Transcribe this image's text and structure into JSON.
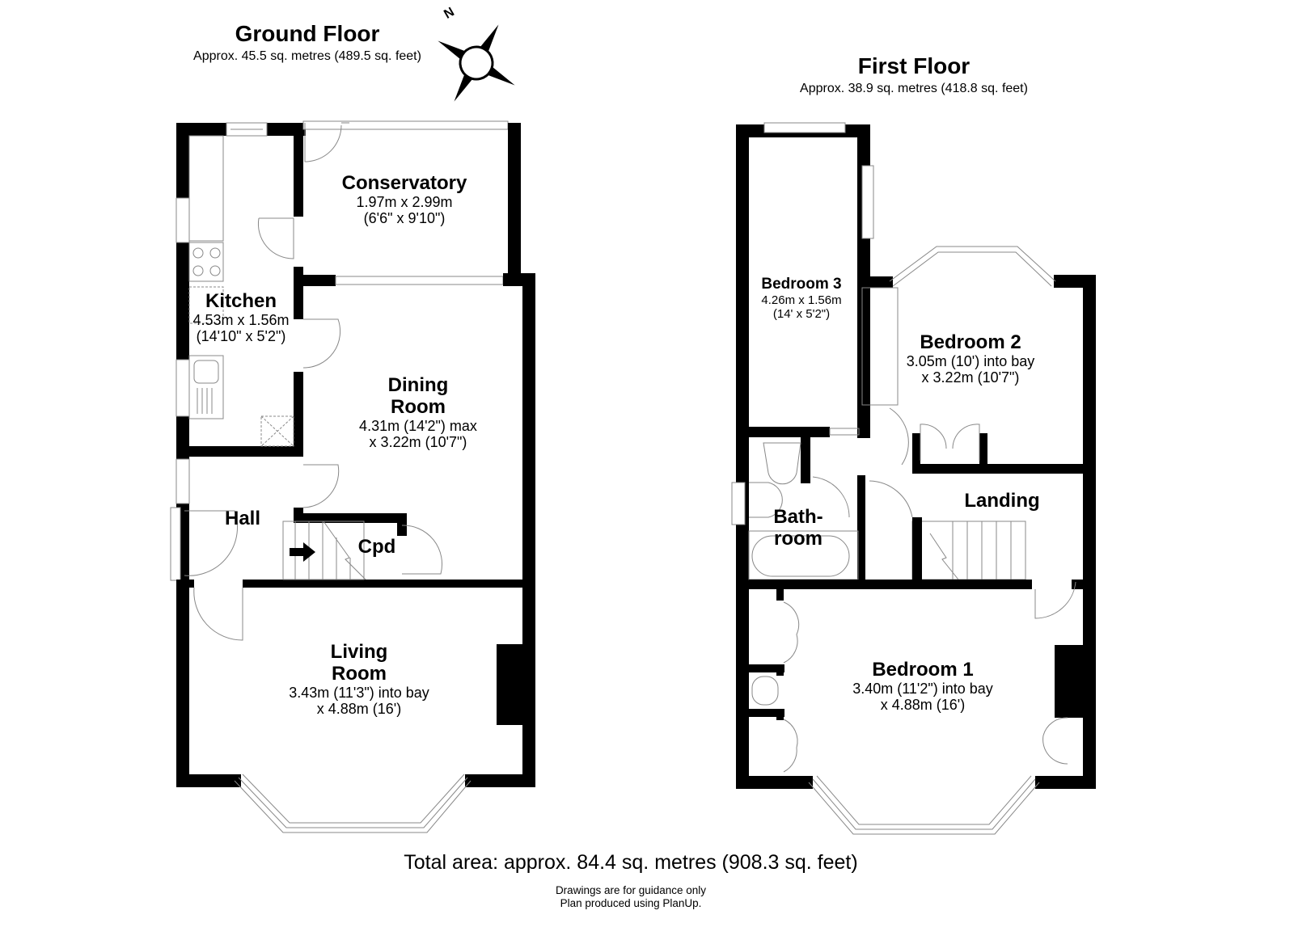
{
  "ground_floor": {
    "title": "Ground Floor",
    "area": "Approx. 45.5 sq. metres (489.5 sq. feet)",
    "rooms": [
      {
        "name": "Conservatory",
        "dims": [
          "1.97m x 2.99m",
          "(6'6\" x 9'10\")"
        ]
      },
      {
        "name": "Kitchen",
        "dims": [
          "4.53m x 1.56m",
          "(14'10\" x 5'2\")"
        ]
      },
      {
        "name": "Dining Room",
        "name_lines": [
          "Dining",
          "Room"
        ],
        "dims": [
          "4.31m (14'2\") max",
          "x 3.22m (10'7\")"
        ]
      },
      {
        "name": "Hall",
        "dims": []
      },
      {
        "name": "Cpd",
        "dims": []
      },
      {
        "name": "Living Room",
        "name_lines": [
          "Living",
          "Room"
        ],
        "dims": [
          "3.43m (11'3\") into bay",
          "x 4.88m (16')"
        ]
      }
    ]
  },
  "first_floor": {
    "title": "First Floor",
    "area": "Approx. 38.9 sq. metres (418.8 sq. feet)",
    "rooms": [
      {
        "name": "Bedroom 3",
        "dims": [
          "4.26m x 1.56m",
          "(14' x 5'2\")"
        ]
      },
      {
        "name": "Bedroom 2",
        "dims": [
          "3.05m (10') into bay",
          "x 3.22m (10'7\")"
        ]
      },
      {
        "name": "Bathroom",
        "name_lines": [
          "Bath-",
          "room"
        ],
        "dims": []
      },
      {
        "name": "Landing",
        "dims": []
      },
      {
        "name": "Bedroom 1",
        "dims": [
          "3.40m (11'2\") into bay",
          "x 4.88m (16')"
        ]
      }
    ]
  },
  "compass": {
    "label": "N",
    "icon": "compass-rose-icon"
  },
  "footer": {
    "total_area": "Total area: approx. 84.4 sq. metres (908.3 sq. feet)",
    "note_lines": [
      "Drawings are for guidance only",
      "Plan produced using PlanUp."
    ]
  },
  "colors": {
    "wall": "#000000",
    "fixture_line": "#888888",
    "background": "#ffffff"
  }
}
